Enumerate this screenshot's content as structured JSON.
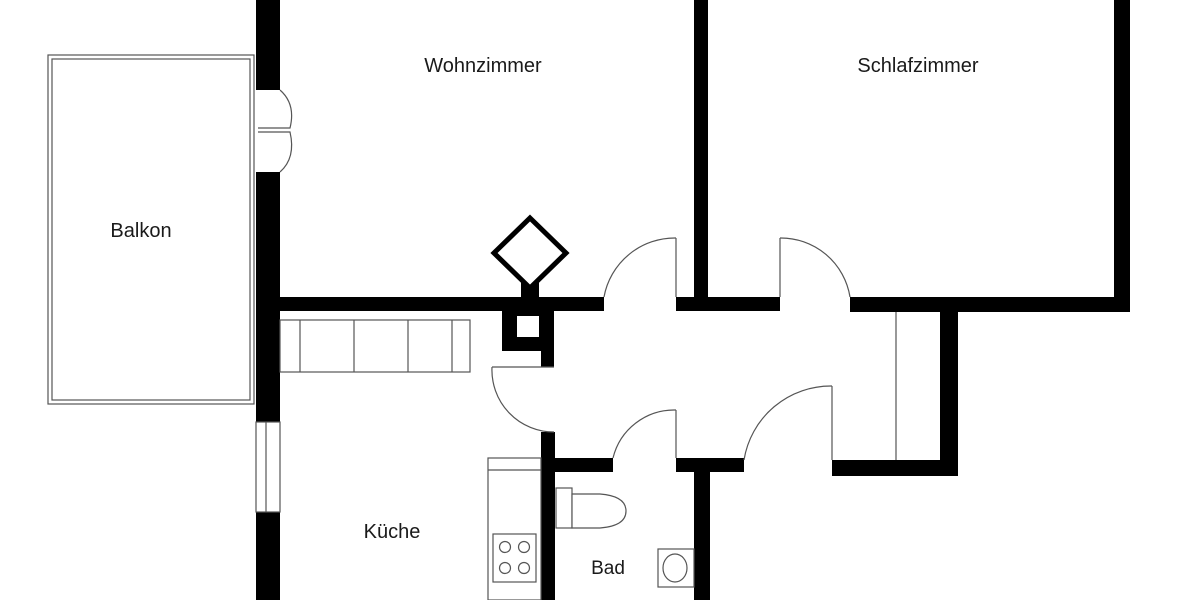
{
  "rooms": {
    "wohnzimmer": "Wohnzimmer",
    "schlafzimmer": "Schlafzimmer",
    "balkon": "Balkon",
    "kueche": "Küche",
    "bad": "Bad"
  },
  "colors": {
    "wall": "#000000",
    "line": "#555555",
    "background": "#ffffff"
  }
}
